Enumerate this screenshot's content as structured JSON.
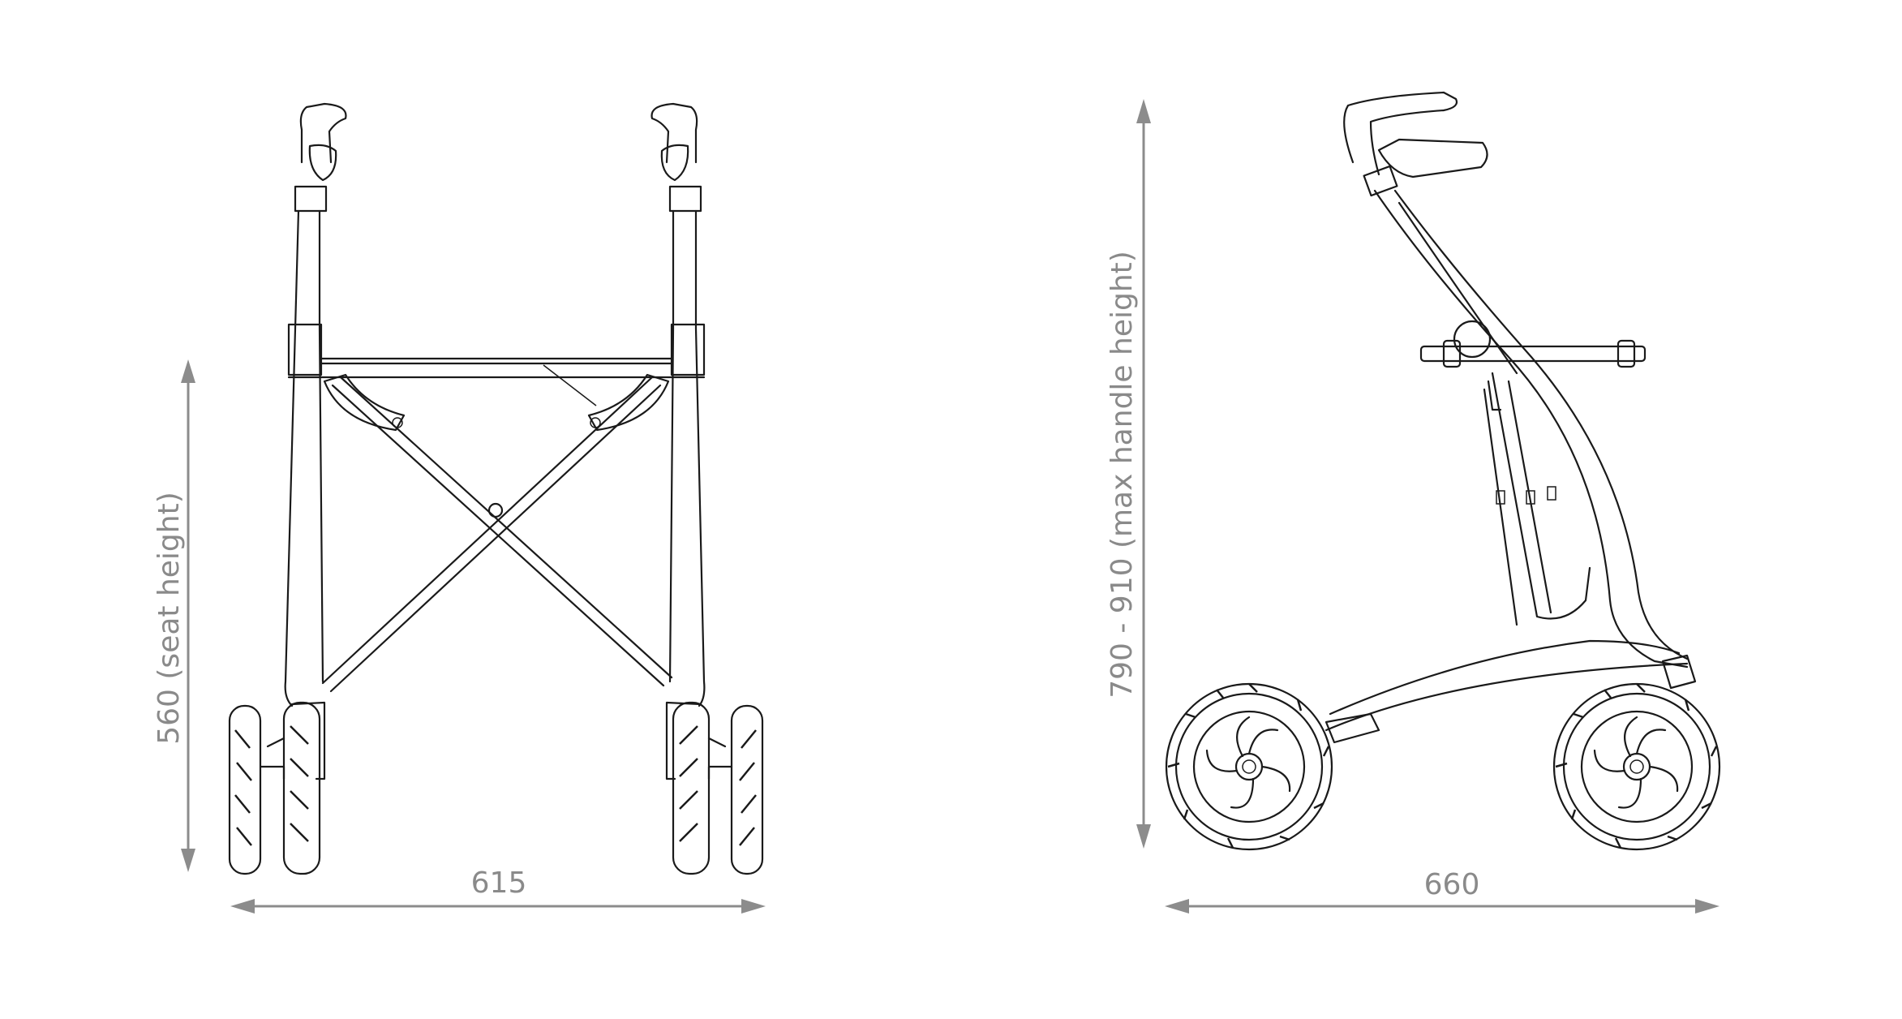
{
  "front_view": {
    "seat_height_label": "560 (seat height)",
    "width_label": "615"
  },
  "side_view": {
    "handle_height_label": "790 - 910 (max handle height)",
    "depth_label": "660"
  },
  "colors": {
    "dimension": "#8c8c8c",
    "line_art": "#1a1a1a",
    "background": "#ffffff"
  }
}
